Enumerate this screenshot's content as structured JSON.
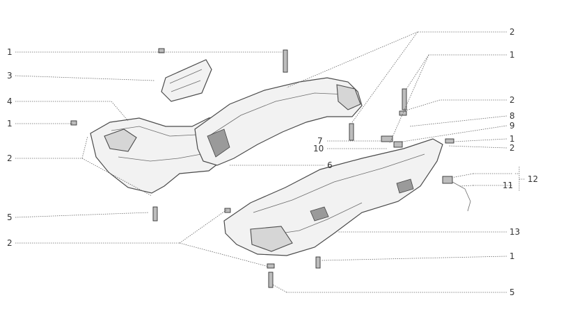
{
  "callouts": {
    "c1_top": "1",
    "c3": "3",
    "c4": "4",
    "c1_left": "1",
    "c2_left": "2",
    "c5_left": "5",
    "c2_bottom_left": "2",
    "c2_top_right": "2",
    "c1_top_right": "1",
    "c2_right_a": "2",
    "c8": "8",
    "c9": "9",
    "c7": "7",
    "c10": "10",
    "c6": "6",
    "c1_right": "1",
    "c2_right_b": "2",
    "c12": "12",
    "c11": "11",
    "c13": "13",
    "c1_bottom_right": "1",
    "c5_bottom": "5"
  }
}
